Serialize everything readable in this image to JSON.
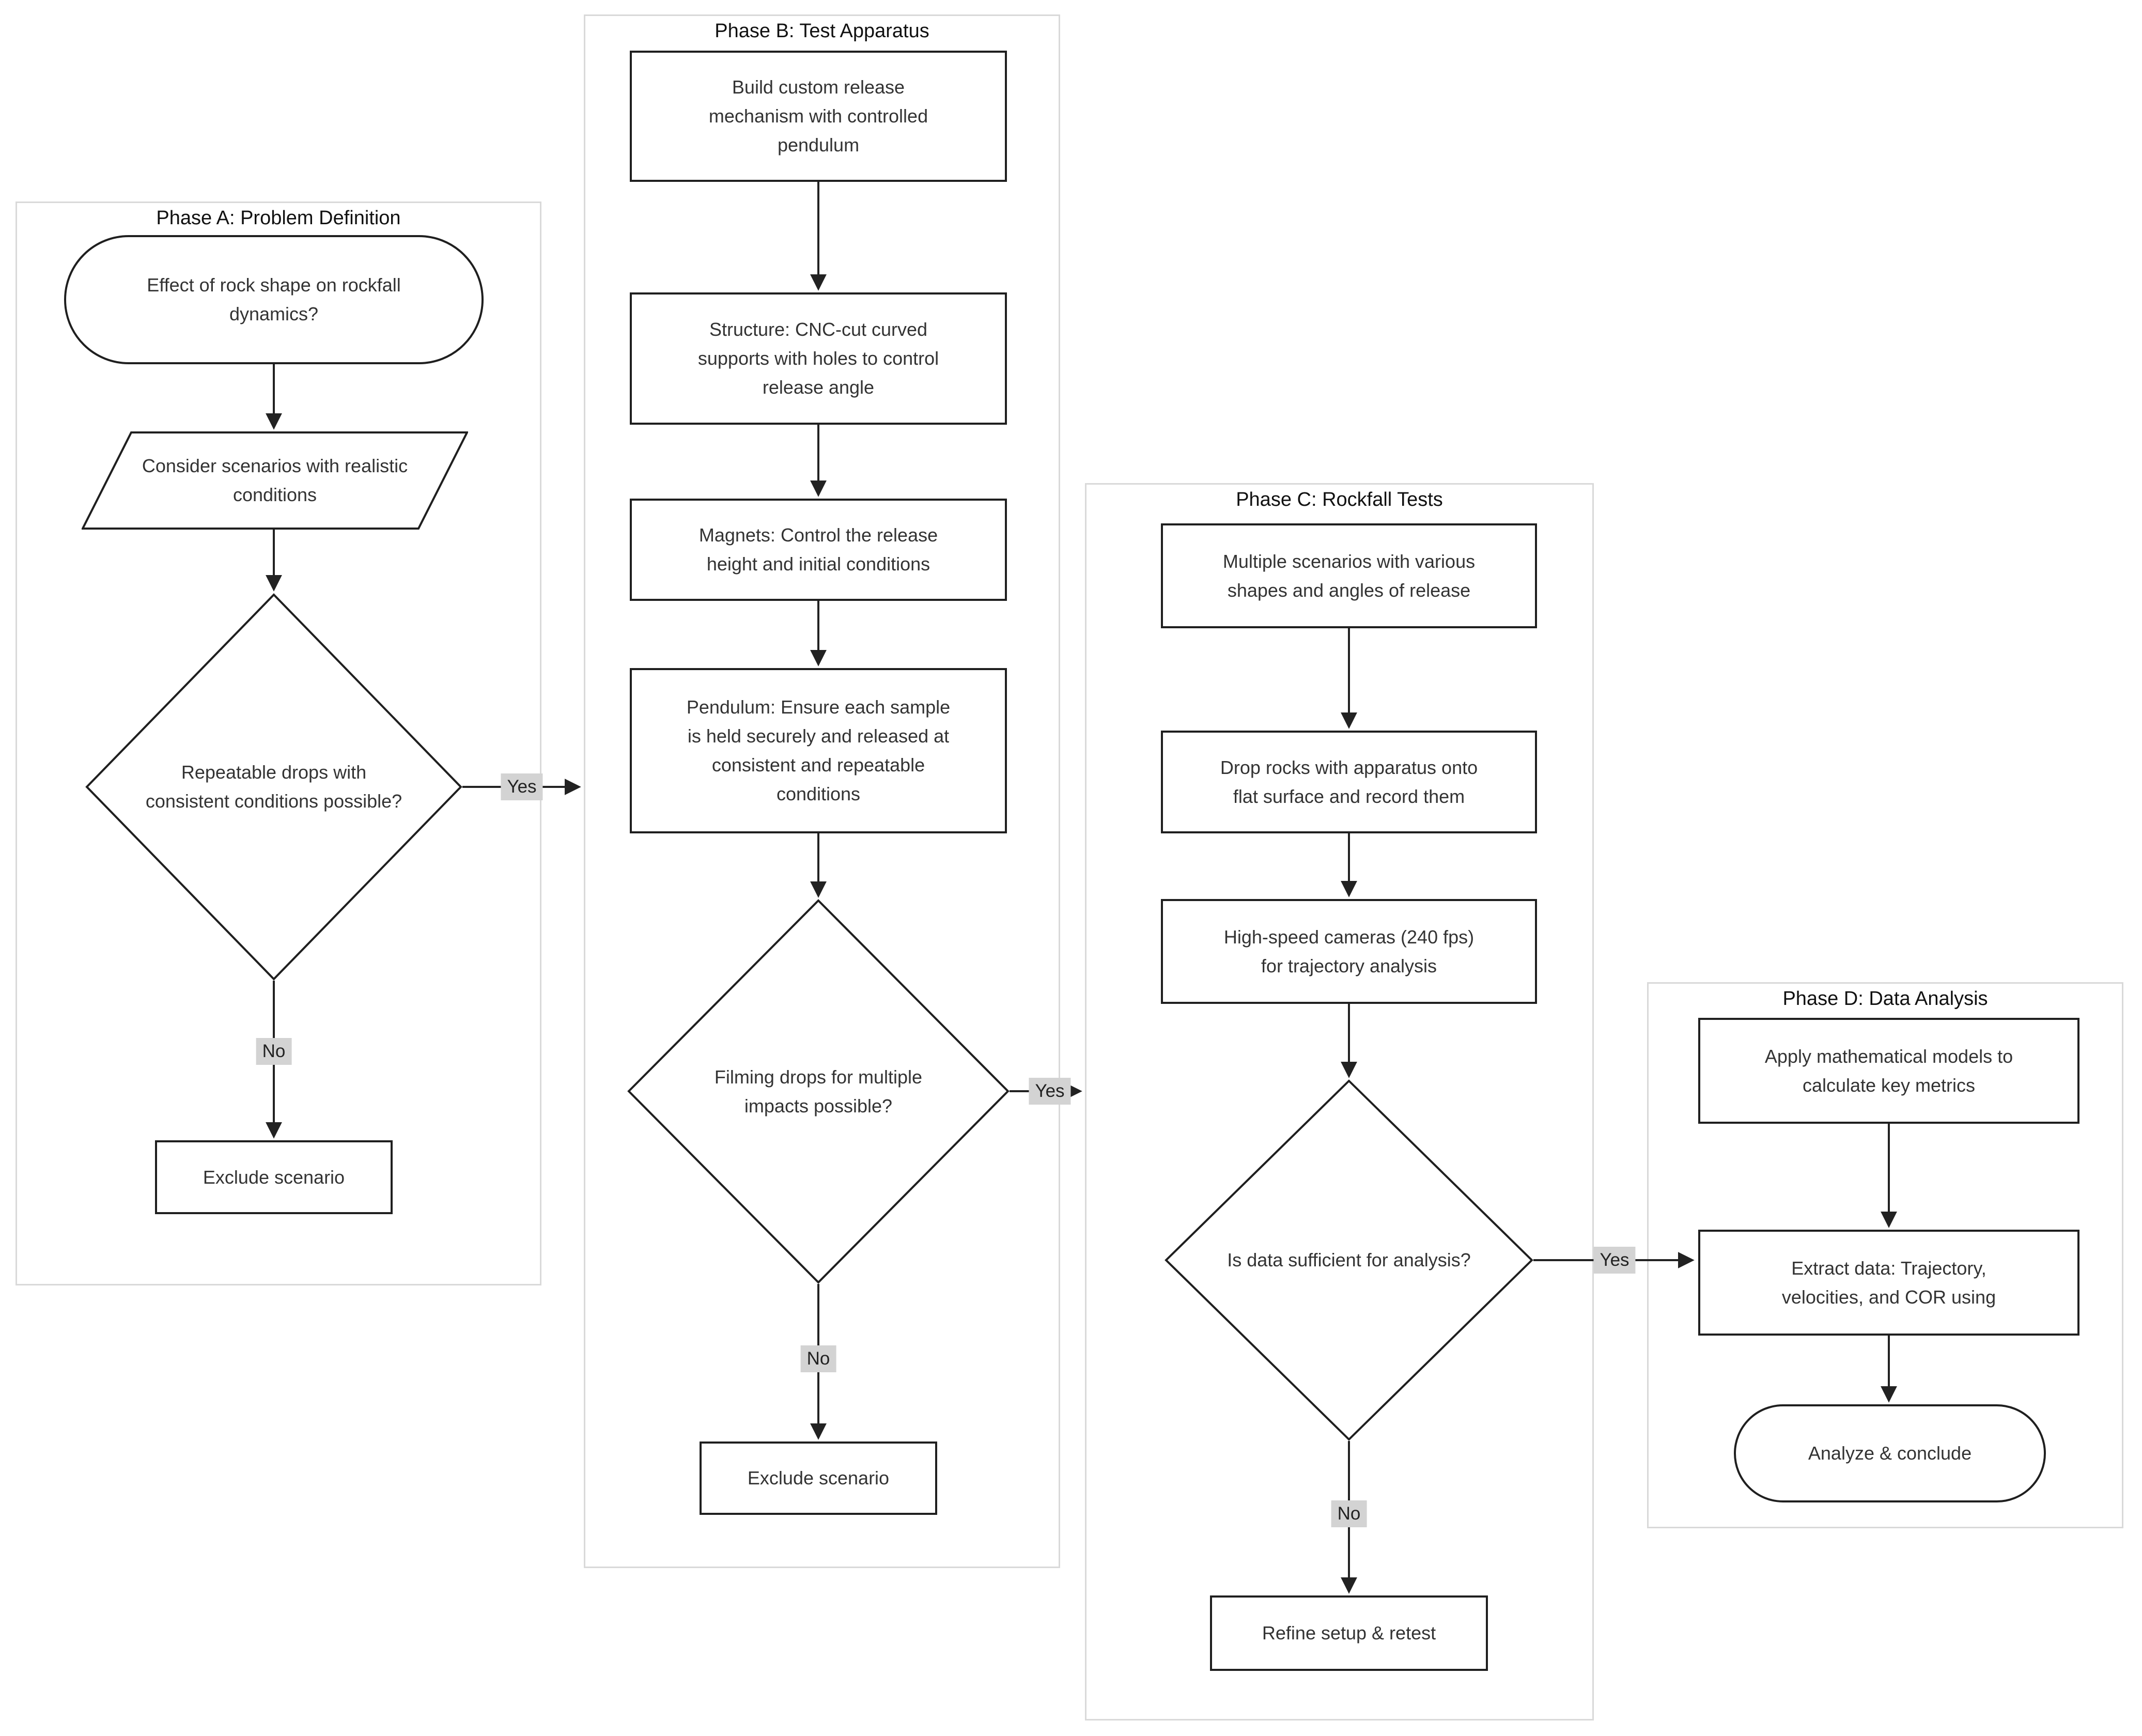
{
  "labels": {
    "yes": "Yes",
    "no": "No"
  },
  "phases": {
    "a": {
      "title": "Phase A: Problem Definition",
      "start": "Effect of rock shape on rockfall\ndynamics?",
      "io": "Consider scenarios with realistic\nconditions",
      "decision": "Repeatable drops with\nconsistent conditions possible?",
      "exclude": "Exclude scenario"
    },
    "b": {
      "title": "Phase B: Test Apparatus",
      "box1": "Build custom release\nmechanism with controlled\npendulum",
      "box2": "Structure: CNC-cut curved\nsupports with holes to control\nrelease angle",
      "box3": "Magnets: Control the release\nheight and initial conditions",
      "box4": "Pendulum: Ensure each sample\nis held securely and released at\nconsistent and repeatable\nconditions",
      "decision": "Filming drops for multiple\nimpacts possible?",
      "exclude": "Exclude scenario"
    },
    "c": {
      "title": "Phase C: Rockfall Tests",
      "box1": "Multiple scenarios with various\nshapes and angles of release",
      "box2": "Drop rocks with apparatus onto\nflat surface and record them",
      "box3": "High-speed cameras (240 fps)\nfor trajectory analysis",
      "decision": "Is data sufficient for analysis?",
      "refine": "Refine setup & retest"
    },
    "d": {
      "title": "Phase D: Data Analysis",
      "box1": "Apply mathematical models to\ncalculate key metrics",
      "box2": "Extract data: Trajectory,\nvelocities, and COR using",
      "end": "Analyze & conclude"
    }
  },
  "colors": {
    "node_border": "#1f1f1f",
    "container_border": "#d9d9d9",
    "edge": "#222222",
    "label_background": "#d3d3d3",
    "text": "#333333"
  }
}
